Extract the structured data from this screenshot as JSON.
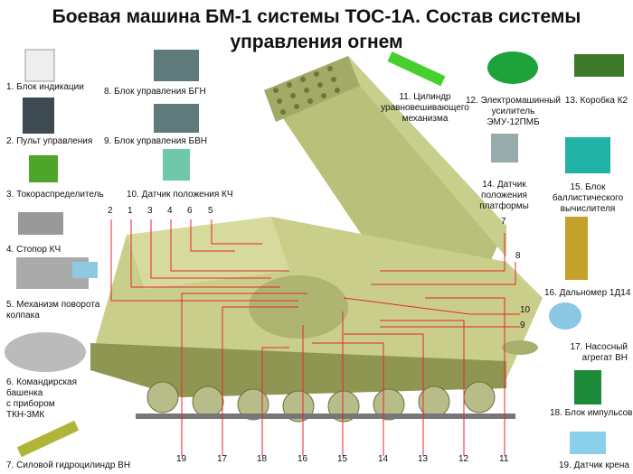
{
  "title": {
    "line1": "Боевая машина БМ-1 системы ТОС-1А. Состав системы",
    "line2": "управления огнем"
  },
  "components": [
    {
      "n": "1",
      "lines": [
        "1. Блок индикации"
      ]
    },
    {
      "n": "2",
      "lines": [
        "2. Пульт управления"
      ]
    },
    {
      "n": "3",
      "lines": [
        "3. Токораспределитель"
      ]
    },
    {
      "n": "4",
      "lines": [
        "4. Стопор КЧ"
      ]
    },
    {
      "n": "5",
      "lines": [
        "5. Механизм поворота",
        "колпака"
      ]
    },
    {
      "n": "6",
      "lines": [
        "6. Командирская",
        "башенка",
        "с прибором",
        "ТКН-3МК"
      ]
    },
    {
      "n": "7",
      "lines": [
        "7. Силовой гидроцилиндр ВН"
      ]
    },
    {
      "n": "8",
      "lines": [
        "8. Блок управления БГН"
      ]
    },
    {
      "n": "9",
      "lines": [
        "9. Блок управления БВН"
      ]
    },
    {
      "n": "10",
      "lines": [
        "10. Датчик положения КЧ"
      ]
    },
    {
      "n": "11",
      "lines": [
        "11. Цилиндр",
        "уравновешивающего",
        "механизма"
      ]
    },
    {
      "n": "12",
      "lines": [
        "12. Электромашинный",
        "усилитель",
        "ЭМУ-12ПМБ"
      ]
    },
    {
      "n": "13",
      "lines": [
        "13. Коробка К2"
      ]
    },
    {
      "n": "14",
      "lines": [
        "14. Датчик",
        "положения",
        "платформы"
      ]
    },
    {
      "n": "15",
      "lines": [
        "15. Блок",
        "баллистического",
        "вычислителя"
      ]
    },
    {
      "n": "16",
      "lines": [
        "16. Дальномер 1Д14"
      ]
    },
    {
      "n": "17",
      "lines": [
        "17. Насосный",
        "агрегат ВН"
      ]
    },
    {
      "n": "18",
      "lines": [
        "18. Блок импульсов"
      ]
    },
    {
      "n": "19",
      "lines": [
        "19. Датчик крена"
      ]
    }
  ],
  "callouts": {
    "top": [
      "2",
      "1",
      "3",
      "4",
      "6",
      "5"
    ],
    "right": [
      "7",
      "8",
      "10",
      "9"
    ],
    "bottom": [
      "19",
      "17",
      "18",
      "16",
      "15",
      "14",
      "13",
      "12",
      "11"
    ]
  },
  "colors": {
    "callout_line": "#e8262b",
    "vehicle": "#c9cf8a",
    "vehicle_dark": "#8f9652"
  }
}
